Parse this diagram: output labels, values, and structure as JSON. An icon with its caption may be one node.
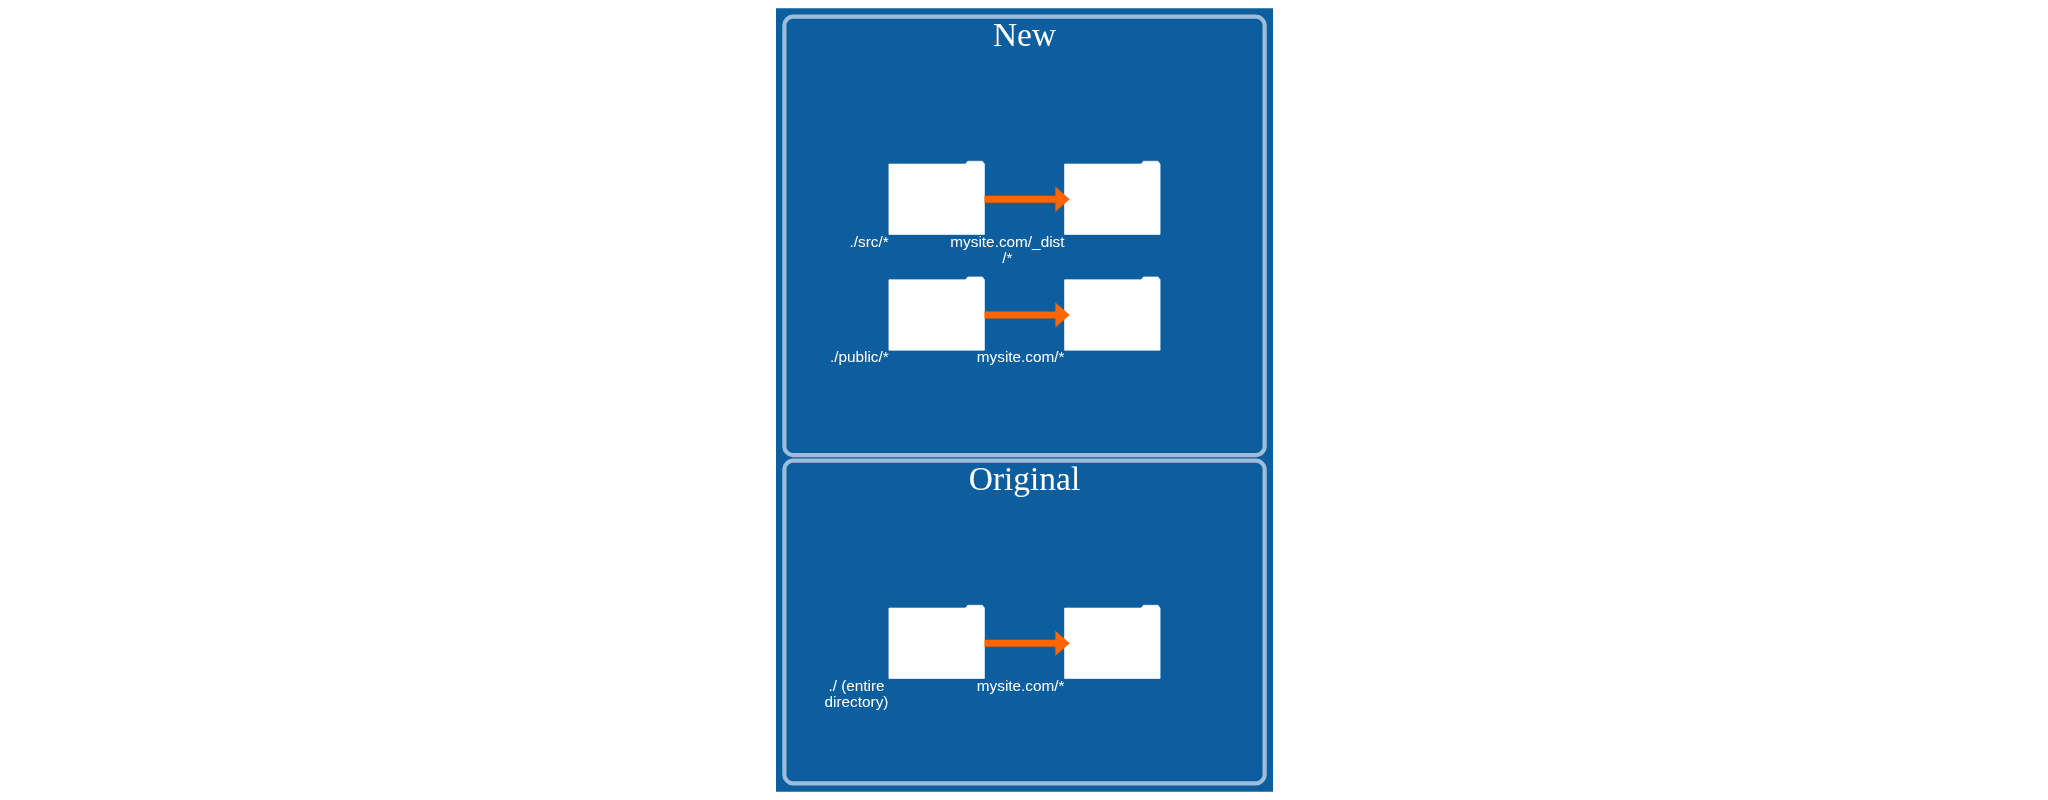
{
  "diagram": {
    "nodes": [
      {
        "text": [
          "Original"
        ]
      },
      {
        "text": [],
        "shape": "folder",
        "beside": [
          "./ (entire directory)"
        ],
        "in": 0
      },
      {
        "text": [],
        "shape": "folder",
        "beside": [
          "mysite.com/*"
        ],
        "in": 0
      },
      {
        "text": [
          "New"
        ]
      },
      {
        "text": [],
        "shape": "folder",
        "beside": [
          "./src/*"
        ],
        "in": 3
      },
      {
        "text": [],
        "shape": "folder",
        "beside": [
          "mysite.com/_dist/*"
        ],
        "in": 3
      },
      {
        "text": [],
        "shape": "folder",
        "beside": [
          "./public/*"
        ],
        "in": 3
      },
      {
        "text": [],
        "shape": "folder",
        "beside": [
          "mysite.com/*"
        ],
        "in": 3
      }
    ],
    "edges": [
      {
        "from": 1,
        "to": 2,
        "arrow": "to"
      },
      {
        "from": 4,
        "to": 5,
        "arrow": "to"
      },
      {
        "from": 6,
        "to": 7,
        "arrow": "to"
      }
    ]
  }
}
